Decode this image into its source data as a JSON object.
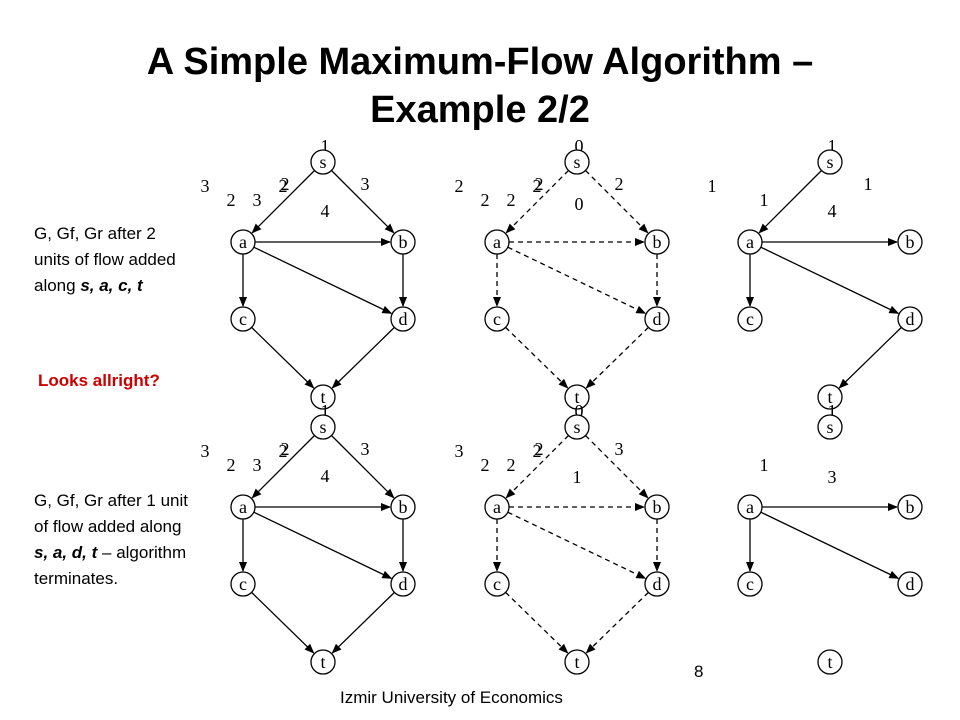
{
  "slide": {
    "title_line1": "A Simple Maximum-Flow Algorithm –",
    "title_line2": "Example 2/2",
    "caption_top": {
      "prefix": "G, Gf, Gr after 2",
      "line2": "units of flow added",
      "line3_prefix": "along ",
      "path": "s, a, c, t"
    },
    "question": "Looks allright?",
    "caption_bottom": {
      "line1": "G, Gf, Gr after 1 unit",
      "line2": "of flow added along",
      "path": "s, a, d, t",
      "line3_suffix": " – algorithm",
      "line4": "terminates."
    },
    "page_number": "8",
    "footer": "Izmir University of Economics"
  },
  "graphs": [
    {
      "id": "top-G",
      "nodes": [
        "s",
        "a",
        "b",
        "c",
        "d",
        "t"
      ],
      "edges": [
        {
          "from": "s",
          "to": "a",
          "label": "3",
          "style": "solid"
        },
        {
          "from": "s",
          "to": "b",
          "label": "2",
          "style": "solid"
        },
        {
          "from": "a",
          "to": "b",
          "label": "1",
          "style": "solid"
        },
        {
          "from": "a",
          "to": "c",
          "label": "3",
          "style": "solid"
        },
        {
          "from": "a",
          "to": "d",
          "label": "4",
          "style": "solid"
        },
        {
          "from": "b",
          "to": "d",
          "label": "2",
          "style": "solid"
        },
        {
          "from": "c",
          "to": "t",
          "label": "2",
          "style": "solid"
        },
        {
          "from": "d",
          "to": "t",
          "label": "3",
          "style": "solid"
        }
      ]
    },
    {
      "id": "top-Gf",
      "nodes": [
        "s",
        "a",
        "b",
        "c",
        "d",
        "t"
      ],
      "edges": [
        {
          "from": "s",
          "to": "a",
          "label": "2",
          "style": "dashed"
        },
        {
          "from": "s",
          "to": "b",
          "label": "2",
          "style": "dashed"
        },
        {
          "from": "a",
          "to": "b",
          "label": "0",
          "style": "dashed"
        },
        {
          "from": "a",
          "to": "c",
          "label": "2",
          "style": "dashed"
        },
        {
          "from": "a",
          "to": "d",
          "label": "0",
          "style": "dashed"
        },
        {
          "from": "b",
          "to": "d",
          "label": "2",
          "style": "dashed"
        },
        {
          "from": "c",
          "to": "t",
          "label": "2",
          "style": "dashed"
        },
        {
          "from": "d",
          "to": "t",
          "label": "2",
          "style": "dashed"
        }
      ]
    },
    {
      "id": "top-Gr",
      "nodes": [
        "s",
        "a",
        "b",
        "c",
        "d",
        "t"
      ],
      "edges": [
        {
          "from": "s",
          "to": "a",
          "label": "1",
          "style": "solid"
        },
        {
          "from": "a",
          "to": "b",
          "label": "1",
          "style": "solid"
        },
        {
          "from": "a",
          "to": "c",
          "label": "1",
          "style": "solid"
        },
        {
          "from": "a",
          "to": "d",
          "label": "4",
          "style": "solid"
        },
        {
          "from": "d",
          "to": "t",
          "label": "1",
          "style": "solid"
        }
      ]
    },
    {
      "id": "bottom-G",
      "nodes": [
        "s",
        "a",
        "b",
        "c",
        "d",
        "t"
      ],
      "edges": [
        {
          "from": "s",
          "to": "a",
          "label": "3",
          "style": "solid"
        },
        {
          "from": "s",
          "to": "b",
          "label": "2",
          "style": "solid"
        },
        {
          "from": "a",
          "to": "b",
          "label": "1",
          "style": "solid"
        },
        {
          "from": "a",
          "to": "c",
          "label": "3",
          "style": "solid"
        },
        {
          "from": "a",
          "to": "d",
          "label": "4",
          "style": "solid"
        },
        {
          "from": "b",
          "to": "d",
          "label": "2",
          "style": "solid"
        },
        {
          "from": "c",
          "to": "t",
          "label": "2",
          "style": "solid"
        },
        {
          "from": "d",
          "to": "t",
          "label": "3",
          "style": "solid"
        }
      ]
    },
    {
      "id": "bottom-Gf",
      "nodes": [
        "s",
        "a",
        "b",
        "c",
        "d",
        "t"
      ],
      "edges": [
        {
          "from": "s",
          "to": "a",
          "label": "3",
          "style": "dashed"
        },
        {
          "from": "s",
          "to": "b",
          "label": "2",
          "style": "dashed"
        },
        {
          "from": "a",
          "to": "b",
          "label": "0",
          "style": "dashed"
        },
        {
          "from": "a",
          "to": "c",
          "label": "2",
          "style": "dashed"
        },
        {
          "from": "a",
          "to": "d",
          "label": "1",
          "style": "dashed"
        },
        {
          "from": "b",
          "to": "d",
          "label": "2",
          "style": "dashed"
        },
        {
          "from": "c",
          "to": "t",
          "label": "2",
          "style": "dashed"
        },
        {
          "from": "d",
          "to": "t",
          "label": "3",
          "style": "dashed"
        }
      ]
    },
    {
      "id": "bottom-Gr",
      "nodes": [
        "s",
        "a",
        "b",
        "c",
        "d",
        "t"
      ],
      "edges": [
        {
          "from": "a",
          "to": "b",
          "label": "1",
          "style": "solid"
        },
        {
          "from": "a",
          "to": "c",
          "label": "1",
          "style": "solid"
        },
        {
          "from": "a",
          "to": "d",
          "label": "3",
          "style": "solid"
        }
      ]
    }
  ]
}
